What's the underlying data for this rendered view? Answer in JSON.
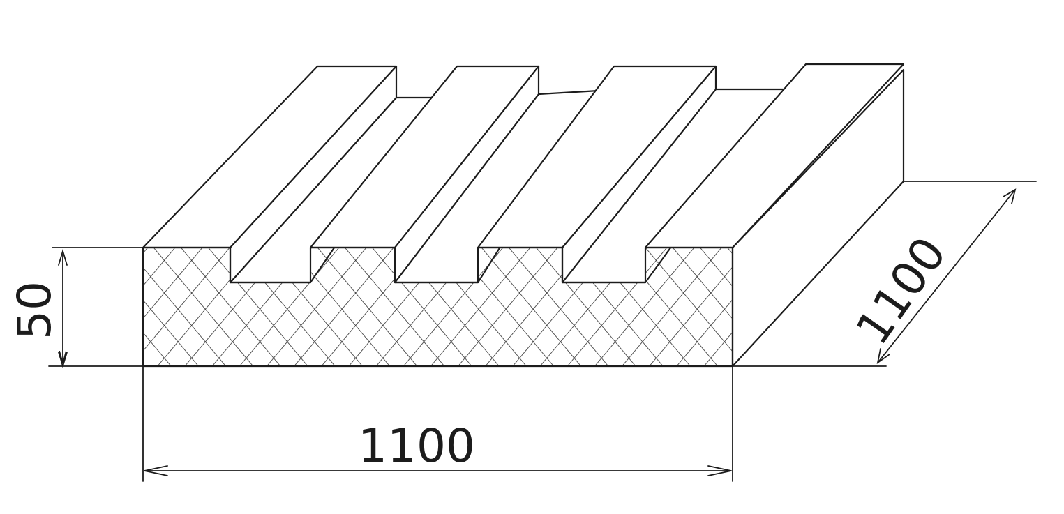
{
  "dimensions": {
    "width_label": "1100",
    "depth_label": "1100",
    "height_label": "50"
  },
  "colors": {
    "ink": "#1c1c1c",
    "paper": "#ffffff"
  }
}
